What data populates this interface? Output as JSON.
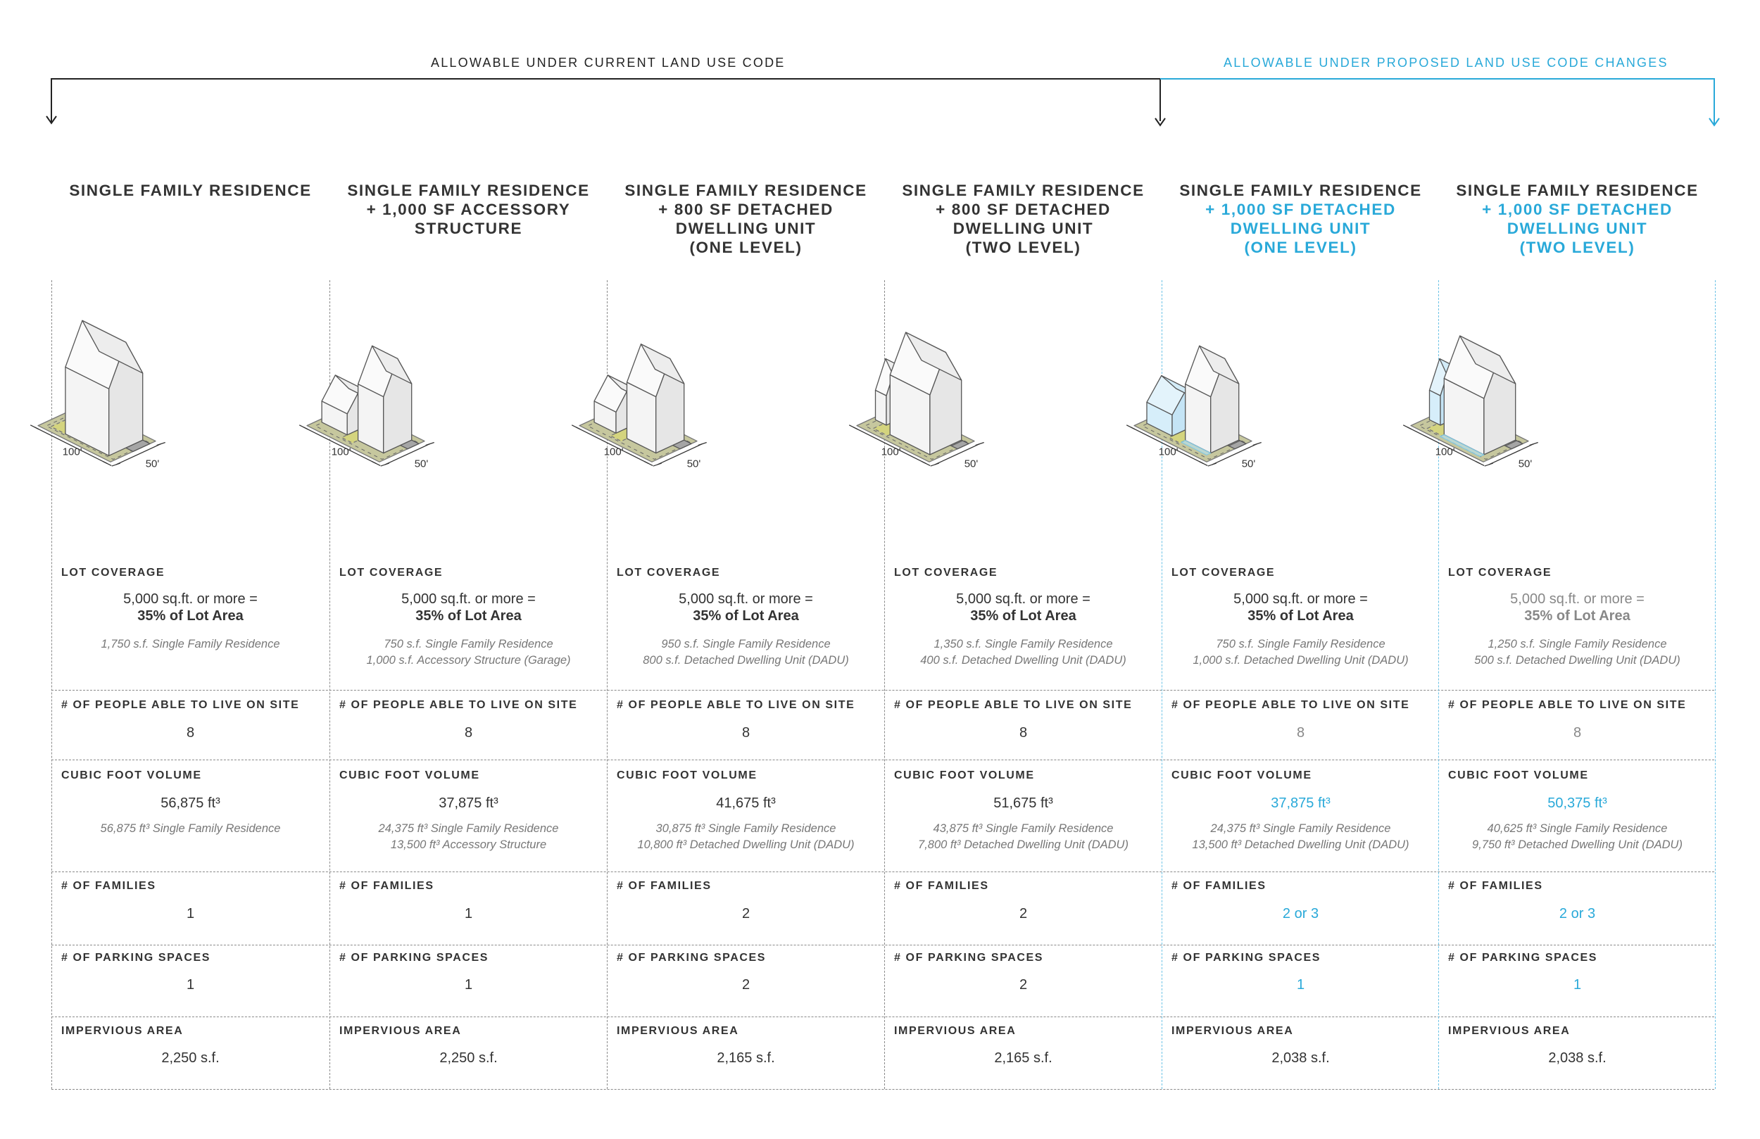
{
  "banners": {
    "current": "ALLOWABLE UNDER CURRENT LAND USE CODE",
    "proposed": "ALLOWABLE UNDER PROPOSED LAND USE CODE CHANGES"
  },
  "colors": {
    "accent_blue": "#29a9d9",
    "lot_green": "#c6c79e",
    "yard_green": "#d4d47e",
    "paving_gray": "#a5a5a5",
    "building_white": "#f2f2f2",
    "dadu_blue": "#cfe9f6"
  },
  "labels": {
    "lot_coverage": "LOT COVERAGE",
    "people": "# OF PEOPLE ABLE TO LIVE ON SITE",
    "volume": "CUBIC FOOT VOLUME",
    "families": "# OF FAMILIES",
    "parking": "# OF PARKING SPACES",
    "impervious": "IMPERVIOUS AREA"
  },
  "dimensions": {
    "length": "100'",
    "width": "50'"
  },
  "columns": [
    {
      "title": [
        "SINGLE FAMILY RESIDENCE"
      ],
      "title_blue_from": 9,
      "coverage_line1": "5,000 sq.ft. or more =",
      "coverage_line2": "35% of Lot Area",
      "coverage_notes": [
        "1,750 s.f. Single Family Residence"
      ],
      "people": "8",
      "volume": "56,875 ft³",
      "volume_notes": [
        "56,875 ft³ Single Family Residence"
      ],
      "families": "1",
      "parking": "1",
      "impervious": "2,250 s.f."
    },
    {
      "title": [
        "SINGLE FAMILY RESIDENCE",
        "+ 1,000 SF ACCESSORY",
        "STRUCTURE"
      ],
      "title_blue_from": 9,
      "coverage_line1": "5,000 sq.ft. or more =",
      "coverage_line2": "35% of Lot Area",
      "coverage_notes": [
        "750 s.f. Single Family Residence",
        "1,000 s.f. Accessory Structure (Garage)"
      ],
      "people": "8",
      "volume": "37,875 ft³",
      "volume_notes": [
        "24,375 ft³ Single Family Residence",
        "13,500 ft³ Accessory Structure"
      ],
      "families": "1",
      "parking": "1",
      "impervious": "2,250 s.f."
    },
    {
      "title": [
        "SINGLE FAMILY RESIDENCE",
        "+ 800 SF DETACHED",
        "DWELLING UNIT",
        "(ONE LEVEL)"
      ],
      "title_blue_from": 9,
      "coverage_line1": "5,000 sq.ft. or more =",
      "coverage_line2": "35% of Lot Area",
      "coverage_notes": [
        "950 s.f. Single Family Residence",
        "800 s.f. Detached Dwelling Unit (DADU)"
      ],
      "people": "8",
      "volume": "41,675 ft³",
      "volume_notes": [
        "30,875 ft³ Single Family Residence",
        "10,800 ft³ Detached Dwelling Unit (DADU)"
      ],
      "families": "2",
      "parking": "2",
      "impervious": "2,165 s.f."
    },
    {
      "title": [
        "SINGLE FAMILY RESIDENCE",
        "+ 800 SF DETACHED",
        "DWELLING UNIT",
        "(TWO LEVEL)"
      ],
      "title_blue_from": 9,
      "coverage_line1": "5,000 sq.ft. or more =",
      "coverage_line2": "35% of Lot Area",
      "coverage_notes": [
        "1,350 s.f. Single Family Residence",
        "400 s.f. Detached Dwelling Unit (DADU)"
      ],
      "people": "8",
      "volume": "51,675 ft³",
      "volume_notes": [
        "43,875 ft³ Single Family Residence",
        "7,800 ft³ Detached Dwelling Unit (DADU)"
      ],
      "families": "2",
      "parking": "2",
      "impervious": "2,165 s.f."
    },
    {
      "title": [
        "SINGLE FAMILY RESIDENCE",
        "+ 1,000 SF DETACHED",
        "DWELLING UNIT",
        "(ONE LEVEL)"
      ],
      "title_blue_from": 1,
      "coverage_line1": "5,000 sq.ft. or more =",
      "coverage_line2": "35% of Lot Area",
      "coverage_notes": [
        "750 s.f. Single Family Residence",
        "1,000 s.f. Detached Dwelling Unit (DADU)"
      ],
      "people": "8",
      "volume": "37,875 ft³",
      "volume_notes": [
        "24,375 ft³ Single Family Residence",
        "13,500 ft³ Detached Dwelling Unit (DADU)"
      ],
      "families": "2 or 3",
      "parking": "1",
      "impervious": "2,038 s.f."
    },
    {
      "title": [
        "SINGLE FAMILY RESIDENCE",
        "+ 1,000 SF DETACHED",
        "DWELLING UNIT",
        "(TWO LEVEL)"
      ],
      "title_blue_from": 1,
      "coverage_line1": "5,000 sq.ft. or more =",
      "coverage_line2": "35% of Lot Area",
      "coverage_notes": [
        "1,250 s.f. Single Family Residence",
        "500 s.f. Detached Dwelling Unit (DADU)"
      ],
      "people": "8",
      "volume": "50,375 ft³",
      "volume_notes": [
        "40,625 ft³ Single Family Residence",
        "9,750 ft³ Detached Dwelling Unit (DADU)"
      ],
      "families": "2 or 3",
      "parking": "1",
      "impervious": "2,038 s.f."
    }
  ]
}
